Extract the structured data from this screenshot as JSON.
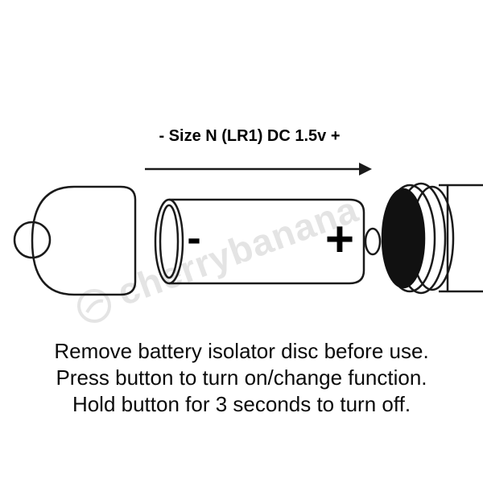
{
  "diagram": {
    "title": "- Size N (LR1) DC 1.5v +",
    "minus_label": "-",
    "plus_label": "+",
    "watermark": "cherrybanana"
  },
  "instructions": {
    "line1": "Remove battery isolator disc before use.",
    "line2": "Press button to turn on/change function.",
    "line3": "Hold button for 3 seconds to turn off."
  },
  "colors": {
    "background": "#ffffff",
    "line_art": "#1a1a1a",
    "watermark": "#e4e4e4",
    "isolator_disc": "#111111",
    "text": "#0a0a0a"
  }
}
